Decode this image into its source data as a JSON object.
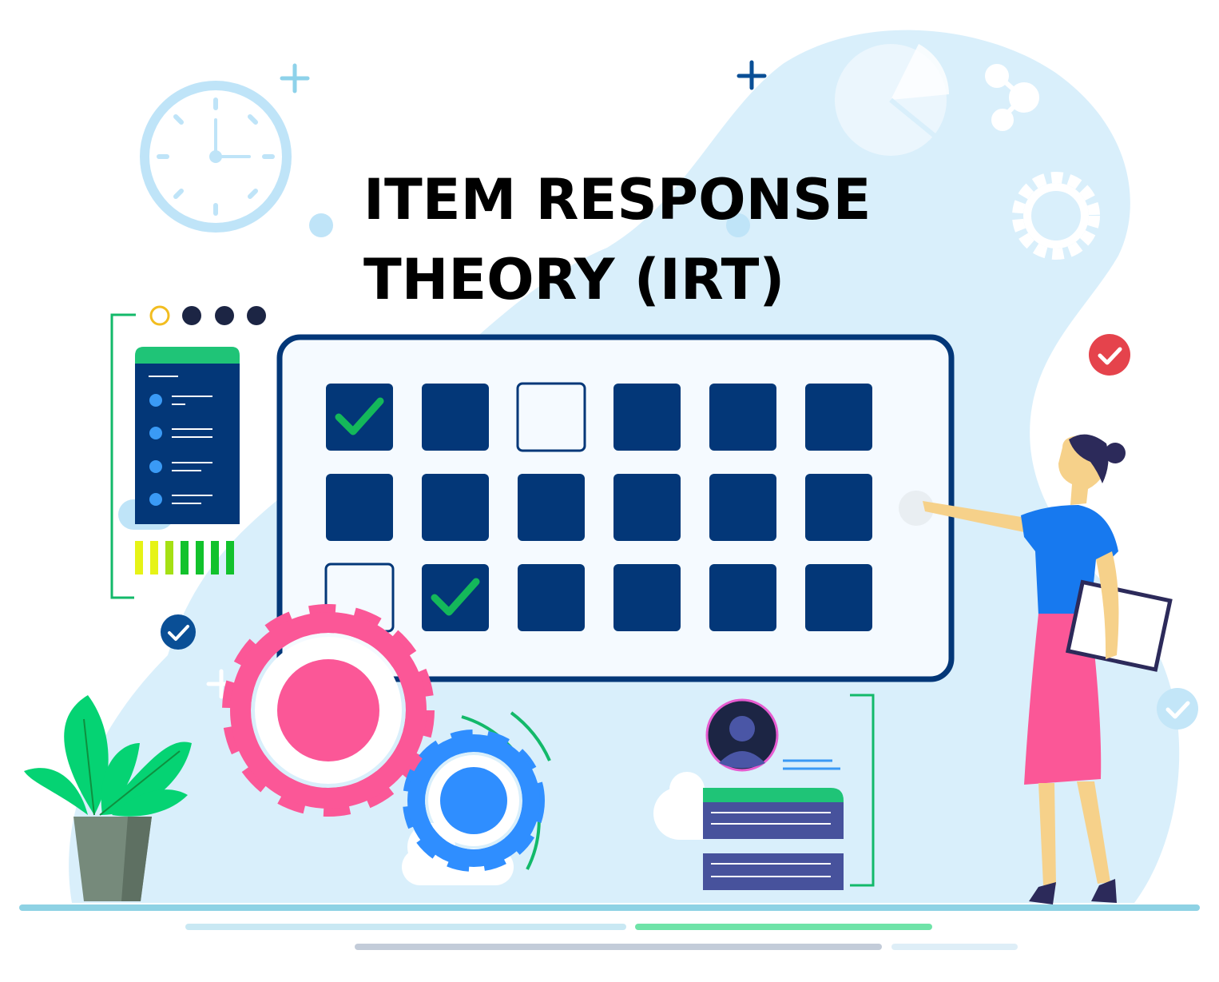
{
  "title": {
    "line1": "ITEM RESPONSE",
    "line2": "THEORY (IRT)"
  },
  "board": {
    "rows": [
      [
        "checked",
        "filled",
        "empty",
        "filled",
        "filled",
        "filled"
      ],
      [
        "filled",
        "filled",
        "filled",
        "filled",
        "filled",
        "filled"
      ],
      [
        "empty",
        "checked",
        "filled",
        "filled",
        "filled",
        "filled"
      ]
    ]
  },
  "colors": {
    "blob": "#d9effb",
    "navy": "#033778",
    "check_green": "#14b85a",
    "pink": "#fb5797",
    "blue": "#2f8eff",
    "red_badge": "#e5434c",
    "plant_green": "#05d373",
    "pot": "#768a7b",
    "shirt": "#1779ef"
  },
  "icons": [
    "clock-icon",
    "pie-chart-icon",
    "share-icon",
    "gear-icon",
    "check-badge-icon",
    "user-avatar-icon",
    "plus-icon"
  ],
  "signal_bars": [
    "#e6f316",
    "#e6f316",
    "#a5e014",
    "#12c22c",
    "#12c22c",
    "#12c22c",
    "#12c22c"
  ]
}
